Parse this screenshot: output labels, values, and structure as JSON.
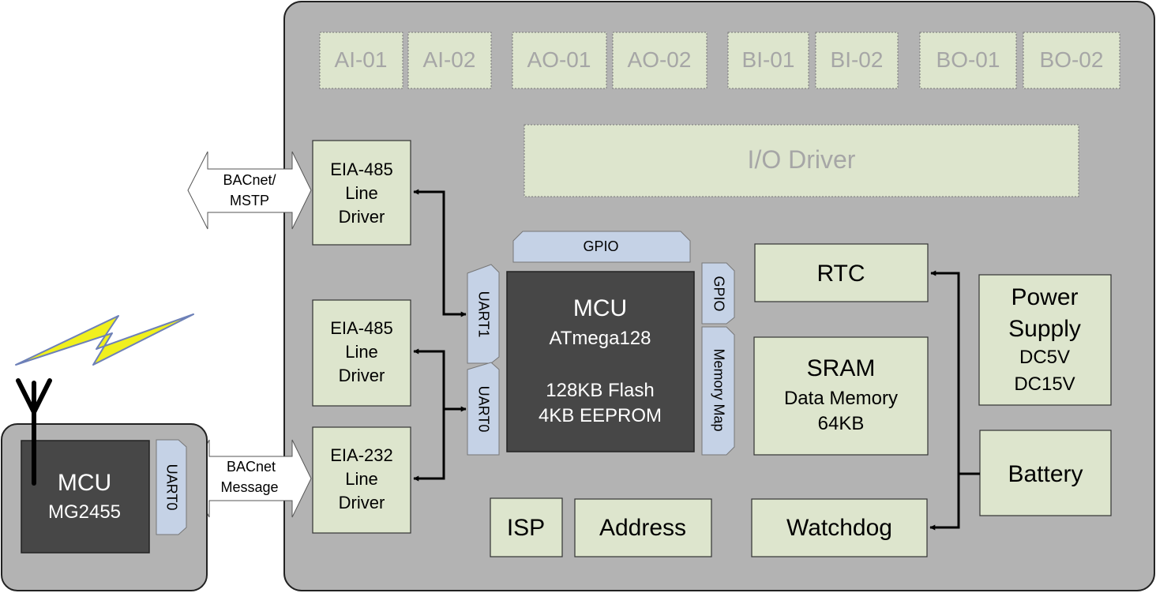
{
  "io_points": [
    "AI-01",
    "AI-02",
    "AO-01",
    "AO-02",
    "BI-01",
    "BI-02",
    "BO-01",
    "BO-02"
  ],
  "io_driver": "I/O Driver",
  "drivers": [
    {
      "lines": [
        "EIA-485",
        "Line",
        "Driver"
      ]
    },
    {
      "lines": [
        "EIA-485",
        "Line",
        "Driver"
      ]
    },
    {
      "lines": [
        "EIA-232",
        "Line",
        "Driver"
      ]
    }
  ],
  "bus_arrows": [
    {
      "lines": [
        "BACnet/",
        "MSTP"
      ]
    },
    {
      "lines": [
        "BACnet",
        "Message"
      ]
    }
  ],
  "mcu": {
    "title": "MCU",
    "chip": "ATmega128",
    "flash": "128KB Flash",
    "eeprom": "4KB EEPROM"
  },
  "ports": {
    "gpio_top": "GPIO",
    "gpio_right": "GPIO",
    "memory_map": "Memory Map",
    "uart1": "UART1",
    "uart0": "UART0"
  },
  "rtc": "RTC",
  "sram": {
    "title": "SRAM",
    "line1": "Data Memory",
    "line2": "64KB"
  },
  "watchdog": "Watchdog",
  "power": {
    "lines": [
      "Power",
      "Supply",
      "DC5V",
      "DC15V"
    ]
  },
  "battery": "Battery",
  "isp": "ISP",
  "address": "Address",
  "wireless": {
    "mcu_title": "MCU",
    "mcu_chip": "MG2455",
    "uart": "UART0"
  },
  "colors": {
    "board": "#b3b3b3",
    "block_fill": "#dde5cd",
    "port_fill": "#c5d2e6",
    "mcu_fill": "#474747",
    "io_text": "#a6a6a6",
    "lightning": "#f0f01e"
  }
}
